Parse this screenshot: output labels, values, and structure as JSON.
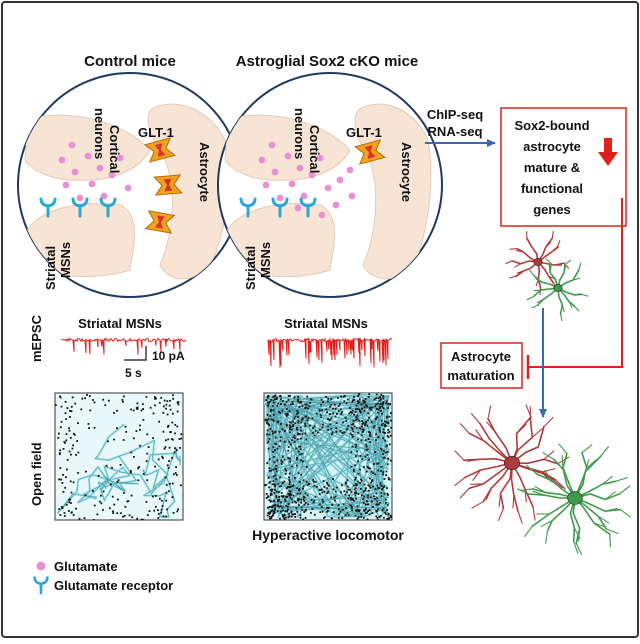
{
  "panels": {
    "control_title": "Control mice",
    "cko_title": "Astroglial Sox2 cKO mice"
  },
  "circle_labels": {
    "cortical_1": "Cortical",
    "neurons_1": "neurons",
    "glt1_1": "GLT-1",
    "astrocyte_1": "Astrocyte",
    "striatal_1": "Striatal",
    "msns_1": "MSNs",
    "cortical_2": "Cortical",
    "neurons_2": "neurons",
    "glt1_2": "GLT-1",
    "astrocyte_2": "Astrocyte",
    "striatal_2": "Striatal",
    "msns_2": "MSNs"
  },
  "flow": {
    "chip_seq": "ChIP-seq",
    "rna_seq": "RNA-seq",
    "sox2_box": [
      "Sox2-bound",
      "astrocyte",
      "mature &",
      "functional",
      "genes"
    ],
    "maturation_box": [
      "Astrocyte",
      "maturation"
    ]
  },
  "ephys": {
    "row_label": "mEPSC",
    "control_title": "Striatal MSNs",
    "cko_title": "Striatal MSNs",
    "scale_y": "10 pA",
    "scale_x": "5 s"
  },
  "open_field": {
    "row_label": "Open field",
    "cko_caption": "Hyperactive locomotor"
  },
  "legend": {
    "glutamate": "Glutamate",
    "receptor": "Glutamate receptor"
  },
  "colors": {
    "frame": "#333333",
    "circle_stroke": "#1f3a5f",
    "neuron_fill": "#f7e4d4",
    "glutamate": "#e88fd6",
    "receptor": "#2aa8d8",
    "glt1_orange": "#f2a21e",
    "glt1_red": "#d9342b",
    "trace_red": "#e0201c",
    "box_red": "#e0201c",
    "arrow_blue": "#3b67b8",
    "track_cyan": "#9fe3ea",
    "astro_red": "#b03a3a",
    "astro_green": "#3f9a4a"
  }
}
